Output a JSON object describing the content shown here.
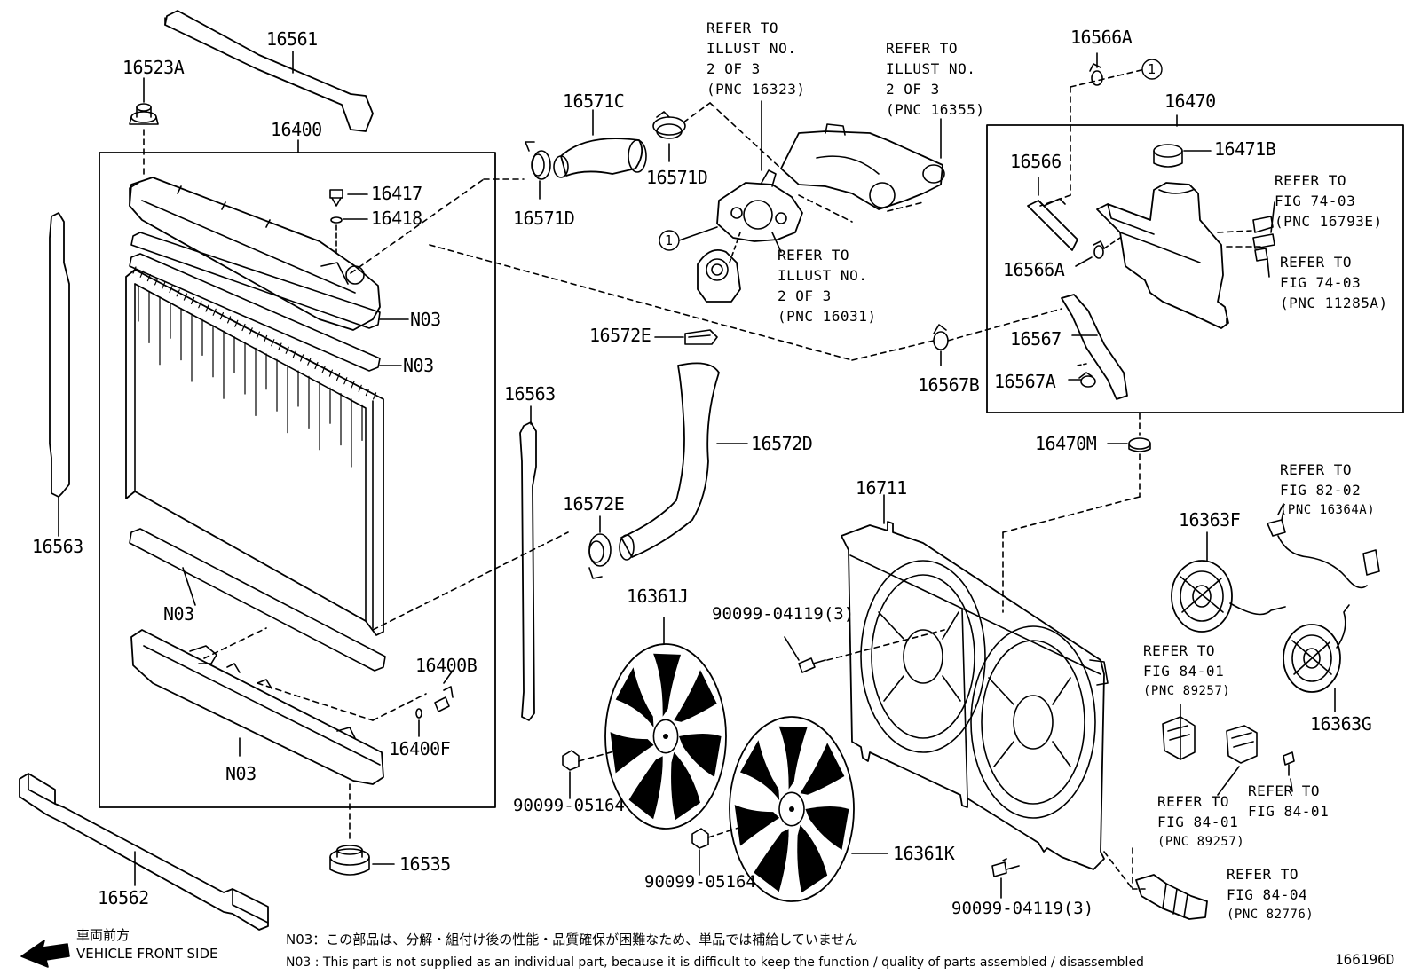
{
  "labels": {
    "p16561": "16561",
    "p16523A": "16523A",
    "p16400": "16400",
    "p16417": "16417",
    "p16418": "16418",
    "p16563_left": "16563",
    "p16563_mid": "16563",
    "n03_a": "N03",
    "n03_b": "N03",
    "n03_c": "N03",
    "n03_d": "N03",
    "p16400B": "16400B",
    "p16400F": "16400F",
    "p16535": "16535",
    "p16562": "16562",
    "p16571C": "16571C",
    "p16571D_a": "16571D",
    "p16571D_b": "16571D",
    "p16572E_a": "16572E",
    "p16572E_b": "16572E",
    "p16572D": "16572D",
    "p16361J": "16361J",
    "p16361K": "16361K",
    "p90099_04119_a": "90099-04119(3)",
    "p90099_04119_b": "90099-04119(3)",
    "p90099_05164_a": "90099-05164",
    "p90099_05164_b": "90099-05164",
    "p16711": "16711",
    "p16566A_top": "16566A",
    "p16470": "16470",
    "p16471B": "16471B",
    "p16566": "16566",
    "p16566A_mid": "16566A",
    "p16567": "16567",
    "p16567A": "16567A",
    "p16567B": "16567B",
    "p16470M": "16470M",
    "p16363F": "16363F",
    "p16363G": "16363G",
    "circle1_a": "1",
    "circle1_b": "1",
    "figure_number": "166196D"
  },
  "refs": {
    "r16323": [
      "REFER TO",
      "ILLUST NO.",
      "2 OF 3",
      "(PNC 16323)"
    ],
    "r16355": [
      "REFER TO",
      "ILLUST NO.",
      "2 OF 3",
      "(PNC 16355)"
    ],
    "r16031": [
      "REFER TO",
      "ILLUST NO.",
      "2 OF 3",
      "(PNC 16031)"
    ],
    "r16793E": [
      "REFER TO",
      "FIG 74-03",
      "(PNC 16793E)"
    ],
    "r11285A": [
      "REFER TO",
      "FIG 74-03",
      "(PNC 11285A)"
    ],
    "r16364A": [
      "REFER TO",
      "FIG 82-02",
      "(PNC 16364A)"
    ],
    "r89257_a": [
      "REFER TO",
      "FIG 84-01",
      "(PNC 89257)"
    ],
    "r89257_b": [
      "REFER TO",
      "FIG 84-01",
      "(PNC 89257)"
    ],
    "r8401": [
      "REFER TO",
      "FIG 84-01"
    ],
    "r82776": [
      "REFER TO",
      "FIG 84-04",
      "(PNC 82776)"
    ]
  },
  "notes": {
    "front_jp": "車両前方",
    "front_en": "VEHICLE FRONT SIDE",
    "n03_jp": "N03：この部品は、分解・組付け後の性能・品質確保が困難なため、単品では補給していません",
    "n03_en": "N03 : This part is not supplied as an individual part, because it is difficult to keep the function / quality of parts  assembled / disassembled"
  }
}
